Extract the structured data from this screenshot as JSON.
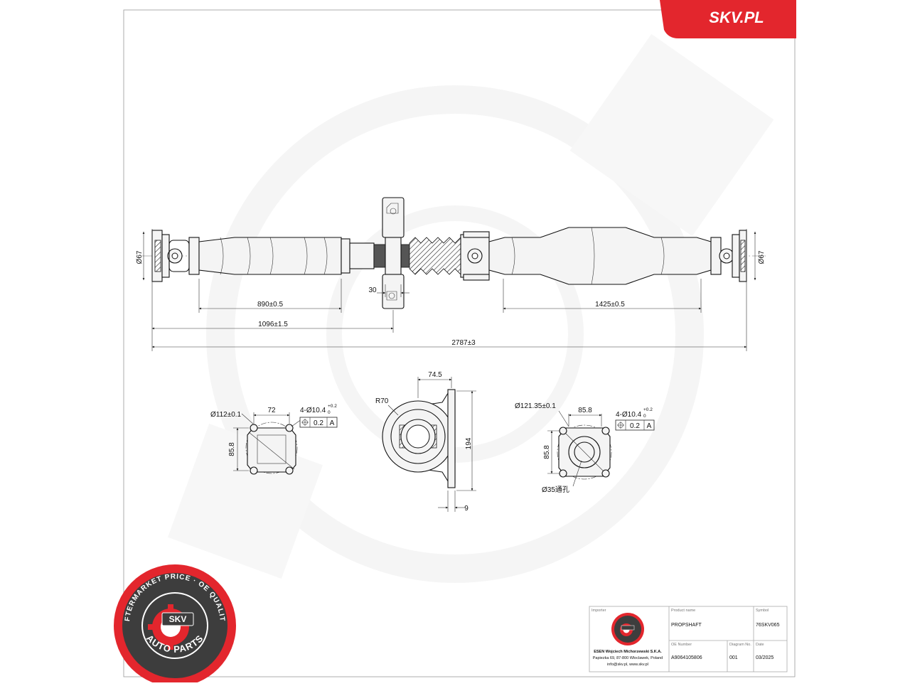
{
  "brand": {
    "site_label": "SKV.PL",
    "accent_color": "#e3262d",
    "seal": {
      "ring_text": "AFTERMARKET PRICE · OE QUALITY",
      "center_text": "SKV",
      "bottom_text": "AUTO PARTS"
    }
  },
  "drawing": {
    "shaft": {
      "left_flange_dia": "Ø67",
      "right_flange_dia": "Ø67",
      "dim_bearing_width": "30",
      "dim_left_tube": "890±0.5",
      "dim_right_tube": "1425±0.5",
      "dim_to_bearing": "1096±1.5",
      "dim_overall": "2787±3"
    },
    "left_flange": {
      "diameter": "Ø112±0.1",
      "width": "72",
      "holes": "4-Ø10.4",
      "hole_tol_upper": "+0.2",
      "hole_tol_lower": "0",
      "tol_value": "0.2",
      "datum": "A",
      "height": "85.8"
    },
    "center_bearing": {
      "radius": "R70",
      "width": "74.5",
      "height": "194",
      "thickness": "9"
    },
    "right_flange": {
      "diameter": "Ø121.35±0.1",
      "width": "85.8",
      "holes": "4-Ø10.4",
      "hole_tol_upper": "+0.2",
      "hole_tol_lower": "0",
      "tol_value": "0.2",
      "datum": "A",
      "height": "85.8",
      "bore": "Ø35通孔"
    }
  },
  "title_block": {
    "importer_label": "Importer",
    "importer_lines": [
      "ESEN Wojciech Michorzewski S.K.A.",
      "Papiezka 69, 87-800 Wloclawek, Poland",
      "info@skv.pl, www.skv.pl"
    ],
    "product_name_label": "Product name",
    "product_name": "PROPSHAFT",
    "symbol_label": "Symbol",
    "symbol": "76SKV065",
    "oe_number_label": "OE Number",
    "oe_number": "A9064105806",
    "diagram_no_label": "Diagram No.",
    "diagram_no": "001",
    "date_label": "Date",
    "date": "03/2025"
  }
}
